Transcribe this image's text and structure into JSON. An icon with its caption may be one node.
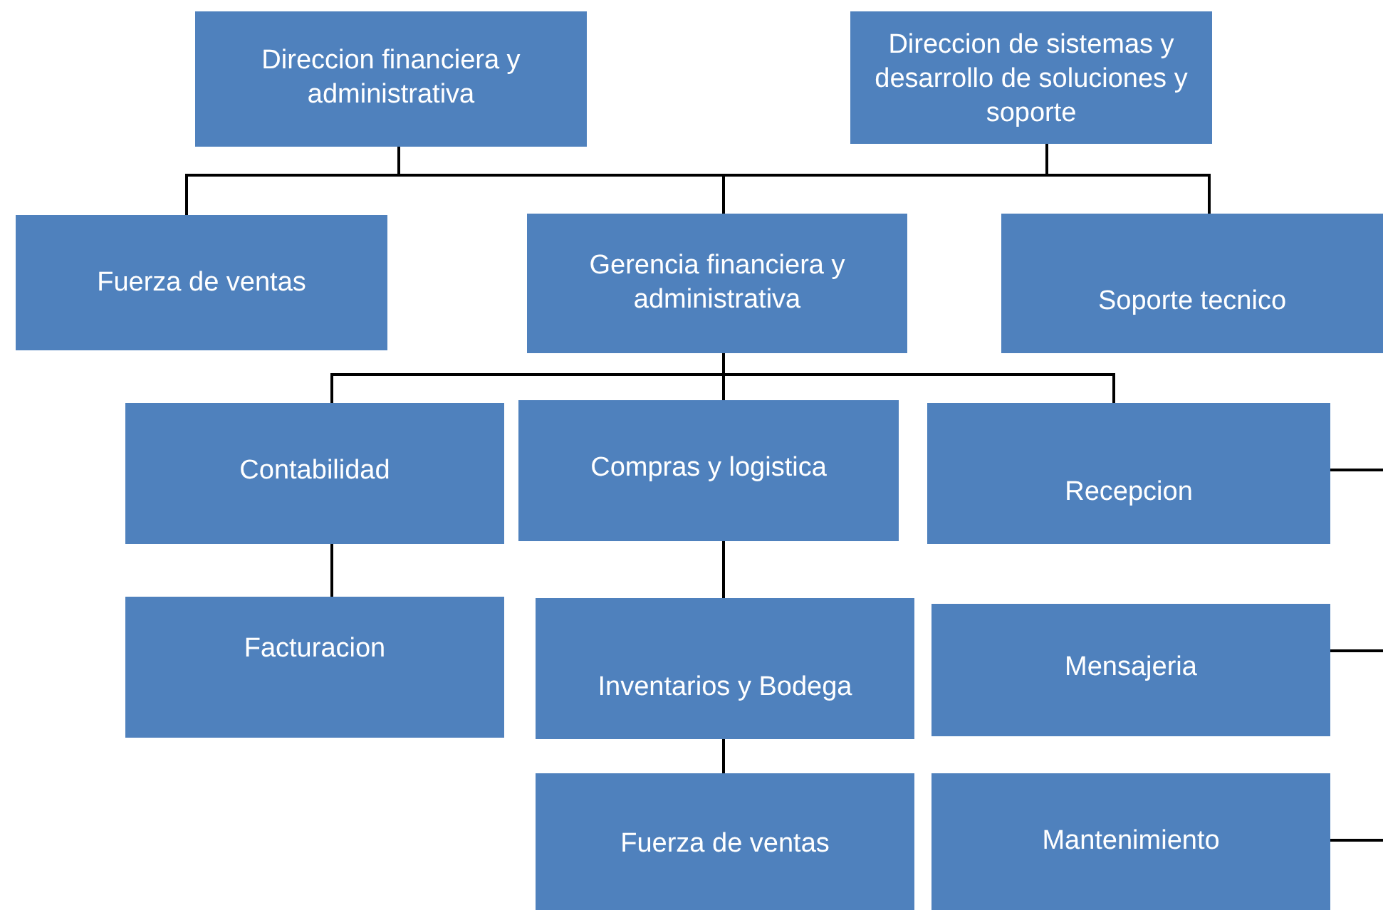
{
  "diagram": {
    "nodes": [
      {
        "text": [
          "Direccion financiera y administrativa"
        ]
      },
      {
        "text": [
          "Direccion de sistemas y desarrollo de soluciones y soporte"
        ]
      },
      {
        "text": [
          "Fuerza de ventas"
        ]
      },
      {
        "text": [
          "Gerencia financiera y administrativa"
        ]
      },
      {
        "text": [
          "Soporte tecnico"
        ]
      },
      {
        "text": [
          "Contabilidad"
        ]
      },
      {
        "text": [
          "Compras y logistica"
        ]
      },
      {
        "text": [
          "Recepcion"
        ]
      },
      {
        "text": [
          "Facturacion"
        ]
      },
      {
        "text": [
          "Inventarios y Bodega"
        ]
      },
      {
        "text": [
          "Mensajeria"
        ]
      },
      {
        "text": [
          "Fuerza de ventas"
        ]
      },
      {
        "text": [
          "Mantenimiento"
        ]
      }
    ],
    "edges": [
      {
        "from": 0,
        "to": 2,
        "arrow": "none"
      },
      {
        "from": 0,
        "to": 3,
        "arrow": "none"
      },
      {
        "from": 0,
        "to": 4,
        "arrow": "none"
      },
      {
        "from": 1,
        "to": 2,
        "arrow": "none"
      },
      {
        "from": 1,
        "to": 3,
        "arrow": "none"
      },
      {
        "from": 1,
        "to": 4,
        "arrow": "none"
      },
      {
        "from": 3,
        "to": 5,
        "arrow": "none"
      },
      {
        "from": 3,
        "to": 6,
        "arrow": "none"
      },
      {
        "from": 3,
        "to": 7,
        "arrow": "none"
      },
      {
        "from": 5,
        "to": 8,
        "arrow": "none"
      },
      {
        "from": 6,
        "to": 9,
        "arrow": "none"
      },
      {
        "from": 9,
        "to": 11,
        "arrow": "none"
      },
      {
        "from": 7,
        "to": null,
        "arrow": "none"
      },
      {
        "from": 10,
        "to": null,
        "arrow": "none"
      },
      {
        "from": 12,
        "to": null,
        "arrow": "none"
      }
    ]
  }
}
